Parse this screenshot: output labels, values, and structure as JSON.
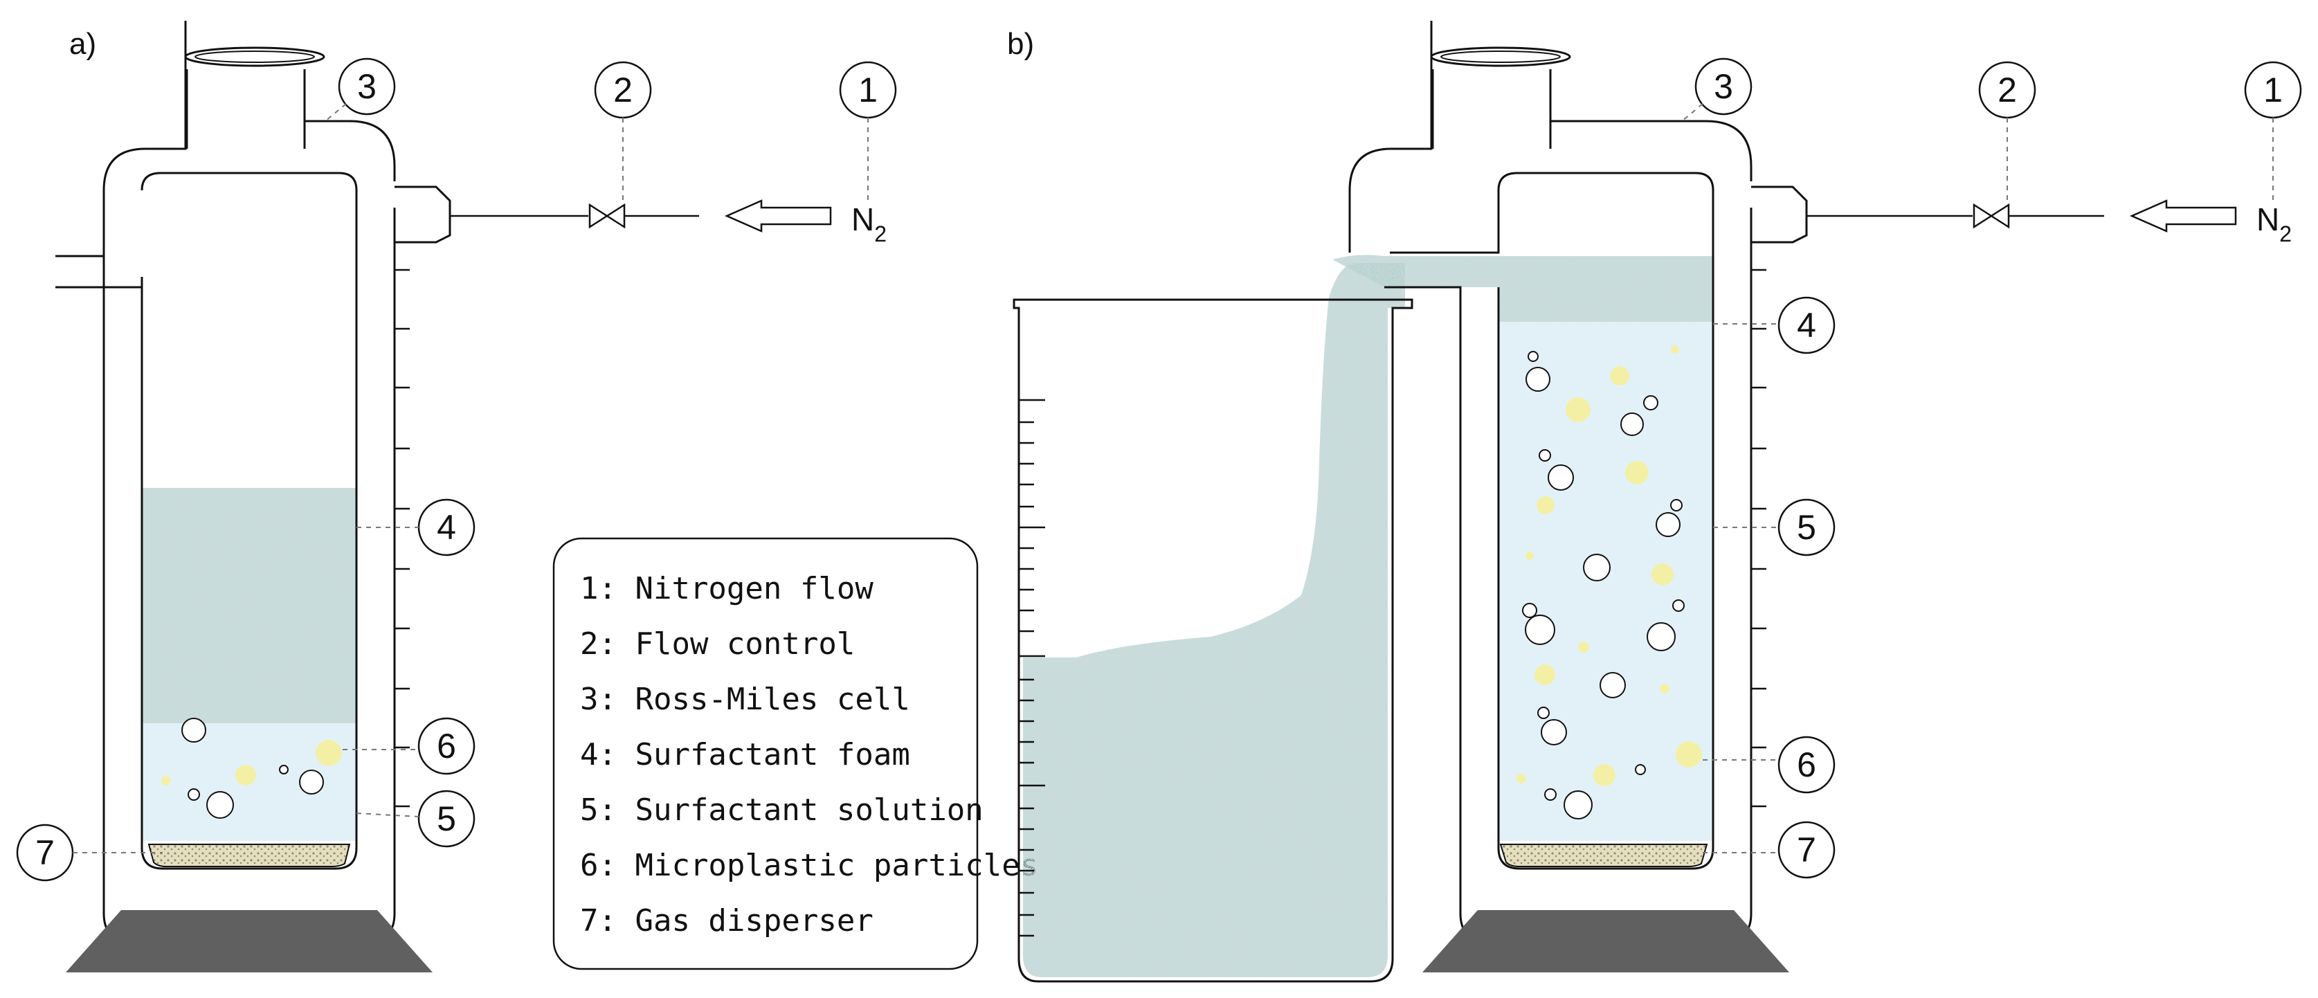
{
  "panels": {
    "a": {
      "label": "a)"
    },
    "b": {
      "label": "b)"
    }
  },
  "callouts": {
    "n1": "1",
    "n2": "2",
    "n3": "3",
    "n4": "4",
    "n5": "5",
    "n6": "6",
    "n7": "7"
  },
  "gas": {
    "main": "N",
    "sub": "2"
  },
  "legend": {
    "items": [
      "1: Nitrogen flow",
      "2: Flow control",
      "3: Ross-Miles cell",
      "4: Surfactant foam",
      "5: Surfactant solution",
      "6: Microplastic particles",
      "7: Gas disperser"
    ]
  },
  "colors": {
    "foam": "#9fbfbd",
    "solution": "#e2f1f8",
    "particle": "#f3f0a6",
    "disperser": "#d8d1a8",
    "base": "#606060"
  }
}
